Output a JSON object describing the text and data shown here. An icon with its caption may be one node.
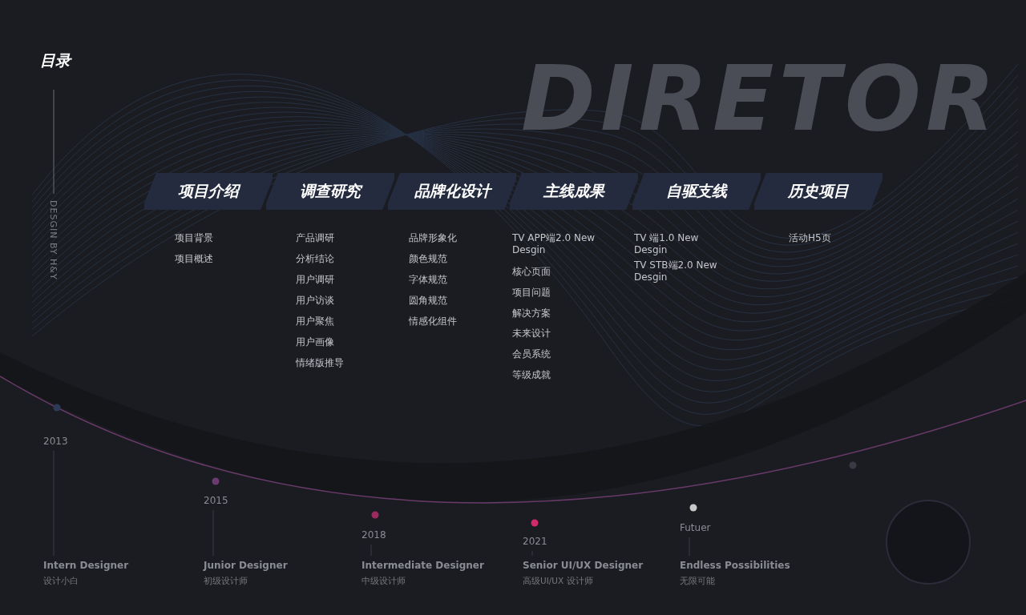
{
  "diagram": {
    "title": "目录",
    "nodes": [
      {
        "text": [
          "项目介绍"
        ],
        "beside": [
          "项目背景",
          "项目概述"
        ]
      },
      {
        "text": [
          "调查研究"
        ],
        "beside": [
          "产品调研",
          "分析结论",
          "用户调研",
          "用户访谈",
          "用户聚焦",
          "用户画像",
          "情绪版推导"
        ]
      },
      {
        "text": [
          "品牌化设计"
        ],
        "beside": [
          "品牌形象化",
          "颜色规范",
          "字体规范",
          "圆角规范",
          "情感化组件"
        ]
      },
      {
        "text": [
          "主线成果"
        ],
        "beside": [
          "TV APP端2.0 New Desgin",
          "核心页面",
          "项目问题",
          "解决方案",
          "未来设计",
          "会员系统",
          "等级成就"
        ]
      },
      {
        "text": [
          "自驱支线"
        ],
        "beside": [
          "TV 端1.0 New Desgin",
          "TV STB端2.0 New Desgin"
        ]
      },
      {
        "text": [
          "历史项目"
        ],
        "beside": [
          "活动H5页"
        ]
      }
    ],
    "edges": [],
    "labels": [
      "DIRETOR",
      "DESGIN BY H&Y",
      "2013",
      "Intern Designer",
      "设计小白",
      "2015",
      "Junior Designer",
      "初级设计师",
      "2018",
      "Intermediate Designer",
      "中级设计师",
      "2021",
      "Senior UI/UX Designer",
      "高级UI/UX 设计师",
      "Futuer",
      "Endless Possibilities",
      "无限可能"
    ]
  }
}
